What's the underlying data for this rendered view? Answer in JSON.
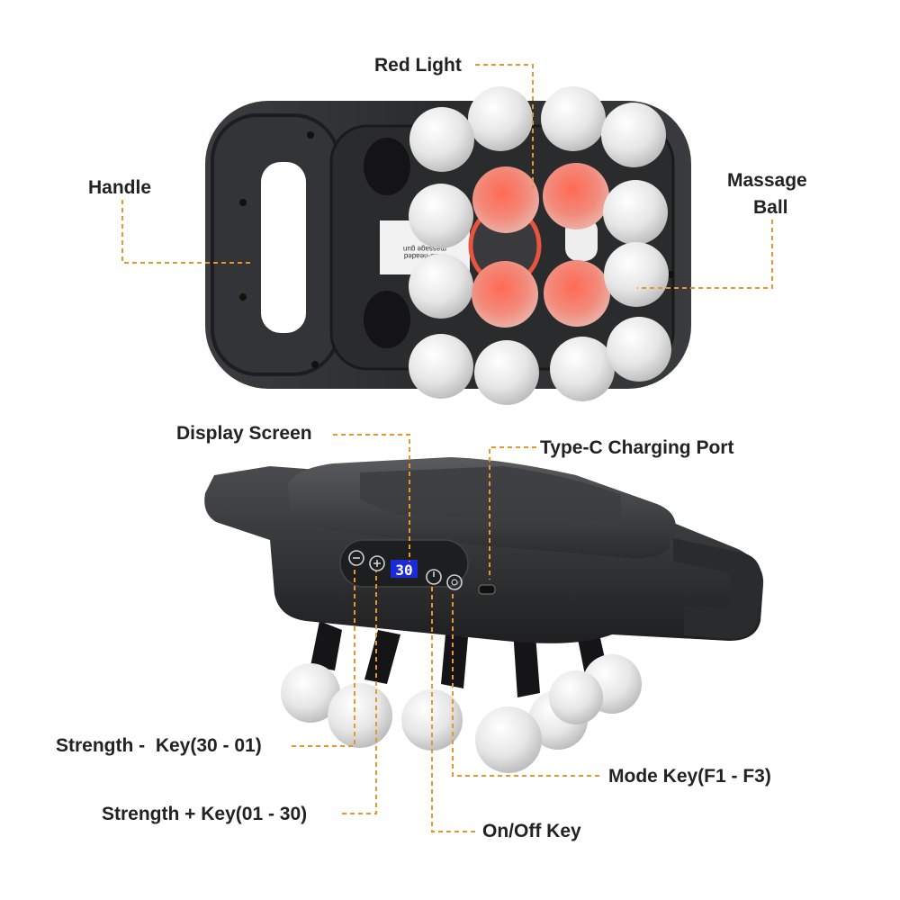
{
  "callouts": {
    "red_light": "Red Light",
    "handle": "Handle",
    "massage_ball_line1": "Massage",
    "massage_ball_line2": "Ball",
    "display_screen": "Display Screen",
    "charging_port": "Type-C Charging Port",
    "strength_minus": "Strength -  Key(30 - 01)",
    "strength_plus": "Strength + Key(01 - 30)",
    "mode_key": "Mode Key(F1 - F3)",
    "onoff_key": "On/Off Key"
  },
  "device": {
    "display_value": "30",
    "back_label_line1": "massage gun",
    "back_label_line2": "Multi-headed"
  },
  "colors": {
    "leader": "#e8952c",
    "body_dark": "#2e2f31",
    "ball_white": "#e9e9e9",
    "ball_red": "#f07060",
    "screen_blue": "#1c2bd8"
  },
  "icons": [
    "minus-icon",
    "plus-icon",
    "power-icon",
    "mode-icon"
  ]
}
